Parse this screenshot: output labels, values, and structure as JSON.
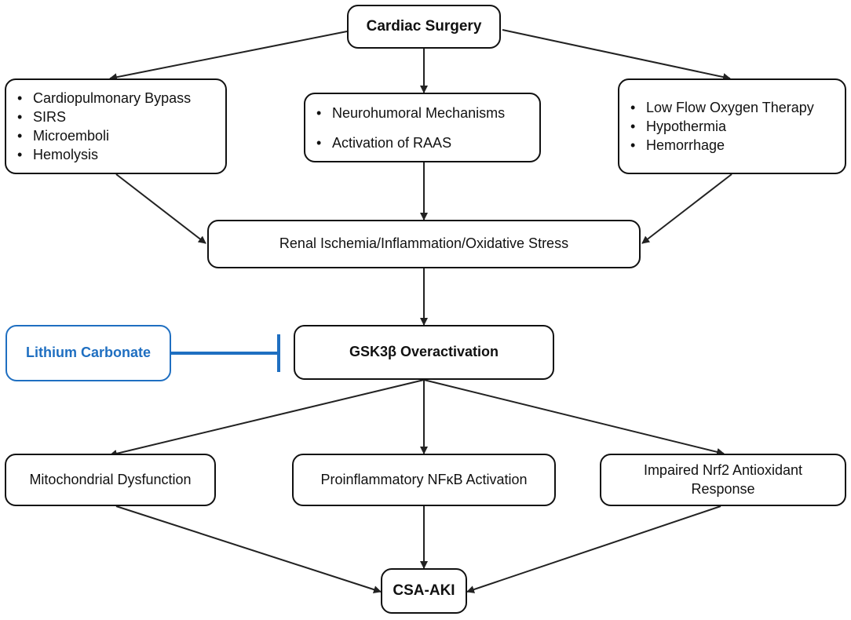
{
  "nodes": {
    "cardiac_surgery": "Cardiac Surgery",
    "left_causes": [
      "Cardiopulmonary Bypass",
      "SIRS",
      "Microemboli",
      "Hemolysis"
    ],
    "middle_causes": [
      "Neurohumoral Mechanisms",
      "Activation of RAAS"
    ],
    "right_causes": [
      "Low Flow Oxygen Therapy",
      "Hypothermia",
      "Hemorrhage"
    ],
    "renal_stress": "Renal Ischemia/Inflammation/Oxidative Stress",
    "lithium": "Lithium Carbonate",
    "gsk3b": "GSK3β Overactivation",
    "mito": "Mitochondrial Dysfunction",
    "nfkb": "Proinflammatory NFκB Activation",
    "nrf2": "Impaired Nrf2 Antioxidant Response",
    "csa_aki": "CSA-AKI"
  },
  "colors": {
    "inhibitor": "#1f6fc1",
    "line": "#222222"
  }
}
